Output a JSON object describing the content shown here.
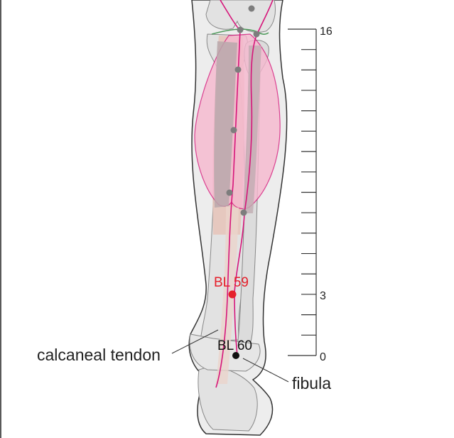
{
  "points": {
    "bl59": {
      "label": "BL 59",
      "color": "#e5202b"
    },
    "bl60": {
      "label": "BL 60",
      "color": "#111111"
    }
  },
  "labels": {
    "tendon": "calcaneal tendon",
    "fibula": "fibula"
  },
  "scale": {
    "top": "16",
    "mid": "3",
    "bottom": "0"
  },
  "colors": {
    "meridian": "#d6157a",
    "muscle_fill": "#f6b8cf",
    "bone_fill": "#e2e2e2",
    "skin_outline": "#333333",
    "tissue_fill": "#e6c3b8"
  }
}
